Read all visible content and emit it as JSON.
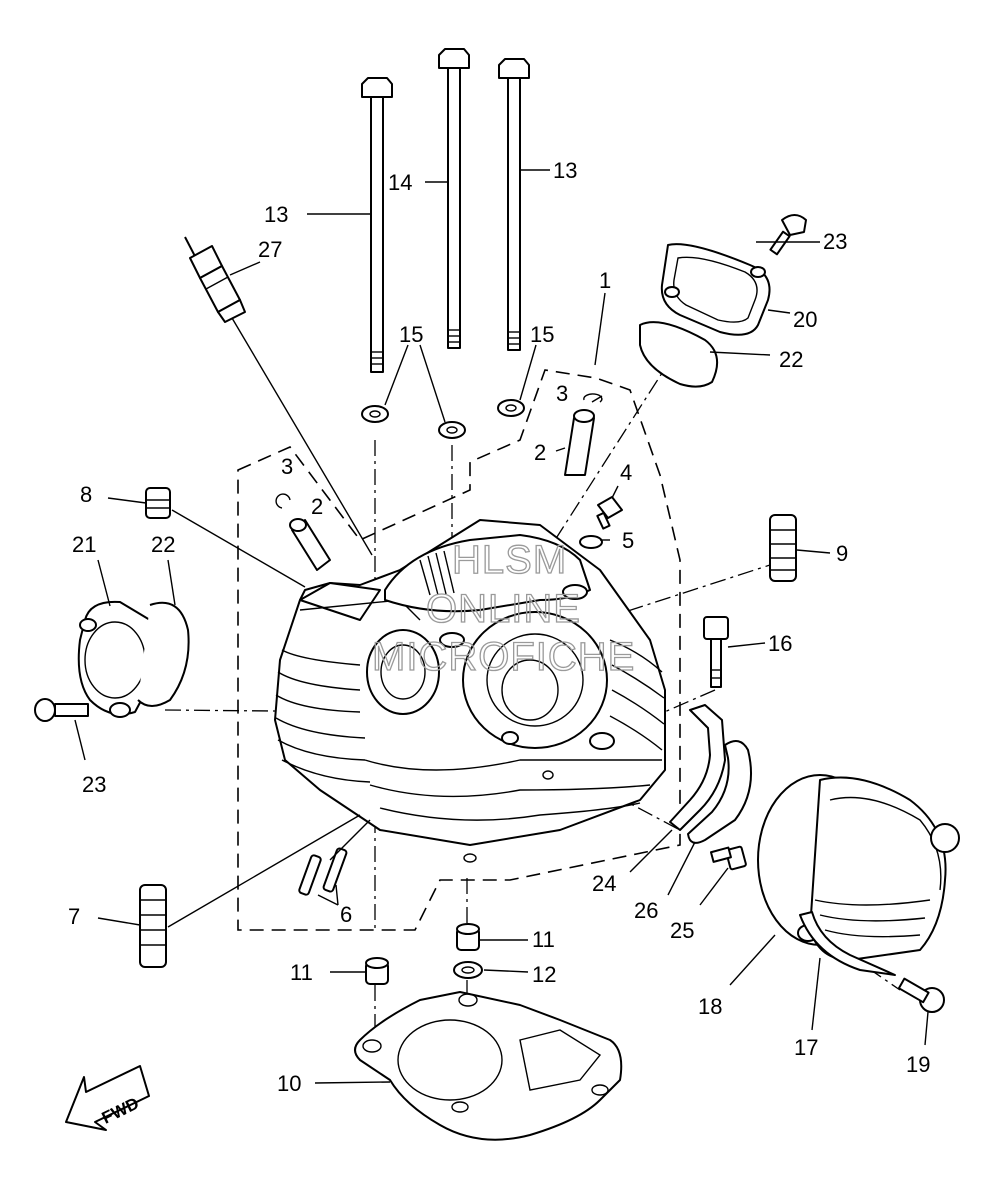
{
  "diagram": {
    "callouts": [
      {
        "id": "c1",
        "text": "1"
      },
      {
        "id": "c2a",
        "text": "2"
      },
      {
        "id": "c2b",
        "text": "2"
      },
      {
        "id": "c3a",
        "text": "3"
      },
      {
        "id": "c3b",
        "text": "3"
      },
      {
        "id": "c4",
        "text": "4"
      },
      {
        "id": "c5",
        "text": "5"
      },
      {
        "id": "c6",
        "text": "6"
      },
      {
        "id": "c7",
        "text": "7"
      },
      {
        "id": "c8",
        "text": "8"
      },
      {
        "id": "c9",
        "text": "9"
      },
      {
        "id": "c10",
        "text": "10"
      },
      {
        "id": "c11a",
        "text": "11"
      },
      {
        "id": "c11b",
        "text": "11"
      },
      {
        "id": "c12",
        "text": "12"
      },
      {
        "id": "c13a",
        "text": "13"
      },
      {
        "id": "c13b",
        "text": "13"
      },
      {
        "id": "c14",
        "text": "14"
      },
      {
        "id": "c15a",
        "text": "15"
      },
      {
        "id": "c15b",
        "text": "15"
      },
      {
        "id": "c16",
        "text": "16"
      },
      {
        "id": "c17",
        "text": "17"
      },
      {
        "id": "c18",
        "text": "18"
      },
      {
        "id": "c19",
        "text": "19"
      },
      {
        "id": "c20",
        "text": "20"
      },
      {
        "id": "c21",
        "text": "21"
      },
      {
        "id": "c22a",
        "text": "22"
      },
      {
        "id": "c22b",
        "text": "22"
      },
      {
        "id": "c23a",
        "text": "23"
      },
      {
        "id": "c23b",
        "text": "23"
      },
      {
        "id": "c24",
        "text": "24"
      },
      {
        "id": "c25",
        "text": "25"
      },
      {
        "id": "c26",
        "text": "26"
      },
      {
        "id": "c27",
        "text": "27"
      }
    ],
    "direction_arrow": "FWD",
    "watermark": [
      "HLSM",
      "ONLINE",
      "MICROFICHE"
    ]
  }
}
